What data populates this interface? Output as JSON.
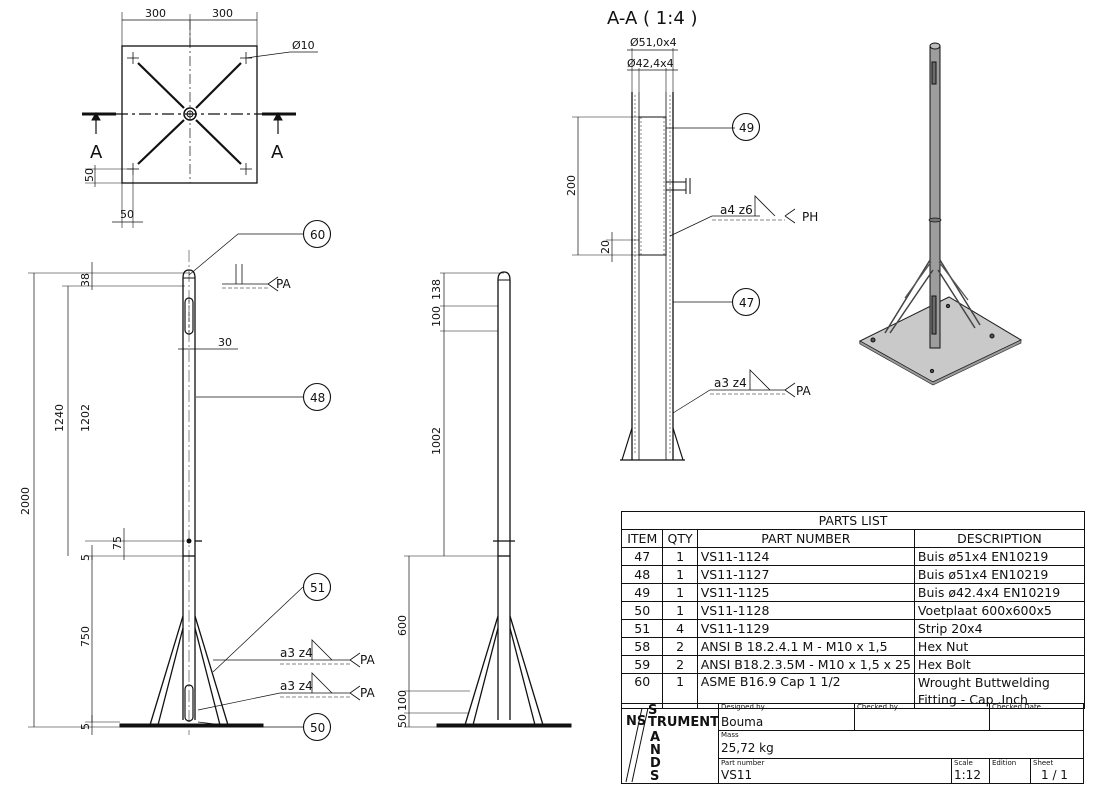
{
  "section_title": "A-A ( 1:4 )",
  "section_marks": [
    "A",
    "A"
  ],
  "dimensions": {
    "top_view": [
      "300",
      "300",
      "Ø10",
      "50",
      "50"
    ],
    "front": [
      "38",
      "1240",
      "1202",
      "2000",
      "30",
      "75",
      "5",
      "750",
      "5"
    ],
    "side": [
      "138",
      "100",
      "1002",
      "600",
      "100",
      "50"
    ],
    "section": [
      "Ø51,0x4",
      "Ø42,4x4",
      "200",
      "20"
    ]
  },
  "balloons": [
    "60",
    "48",
    "51",
    "50",
    "49",
    "47"
  ],
  "welds": [
    "PA",
    "a3 z4",
    "PA",
    "a3 z4",
    "PA",
    "a4 z6",
    "PH",
    "a3 z4",
    "PA"
  ],
  "parts_list": {
    "title": "PARTS LIST",
    "headers": [
      "ITEM",
      "QTY",
      "PART NUMBER",
      "DESCRIPTION"
    ],
    "rows": [
      [
        "47",
        "1",
        "VS11-1124",
        "Buis ø51x4 EN10219"
      ],
      [
        "48",
        "1",
        "VS11-1127",
        "Buis ø51x4 EN10219"
      ],
      [
        "49",
        "1",
        "VS11-1125",
        "Buis ø42.4x4 EN10219"
      ],
      [
        "50",
        "1",
        "VS11-1128",
        "Voetplaat 600x600x5"
      ],
      [
        "51",
        "4",
        "VS11-1129",
        "Strip 20x4"
      ],
      [
        "58",
        "2",
        "ANSI B 18.2.4.1 M - M10 x 1,5",
        "Hex Nut"
      ],
      [
        "59",
        "2",
        "ANSI B18.2.3.5M - M10 x 1,5 x 25",
        "Hex Bolt"
      ],
      [
        "60",
        "1",
        "ASME B16.9 Cap 1 1/2",
        "Wrought Buttwelding Fitting - Cap .Inch"
      ]
    ]
  },
  "title_block": {
    "logo": {
      "left": "NS",
      "vertical": [
        "S",
        "",
        "A",
        "N",
        "D",
        "S"
      ],
      "word": "TRUMENT"
    },
    "designed_by_label": "Designed by",
    "designed_by": "Bouma",
    "checked_by_label": "Checked by",
    "checked_by": "",
    "checked_date_label": "Checked Date",
    "checked_date": "",
    "mass_label": "Mass",
    "mass": "25,72 kg",
    "part_number_label": "Part number",
    "part_number": "VS11",
    "scale_label": "Scale",
    "scale": "1:12",
    "edition_label": "Edition",
    "edition": "",
    "sheet_label": "Sheet",
    "sheet": "1 / 1"
  }
}
